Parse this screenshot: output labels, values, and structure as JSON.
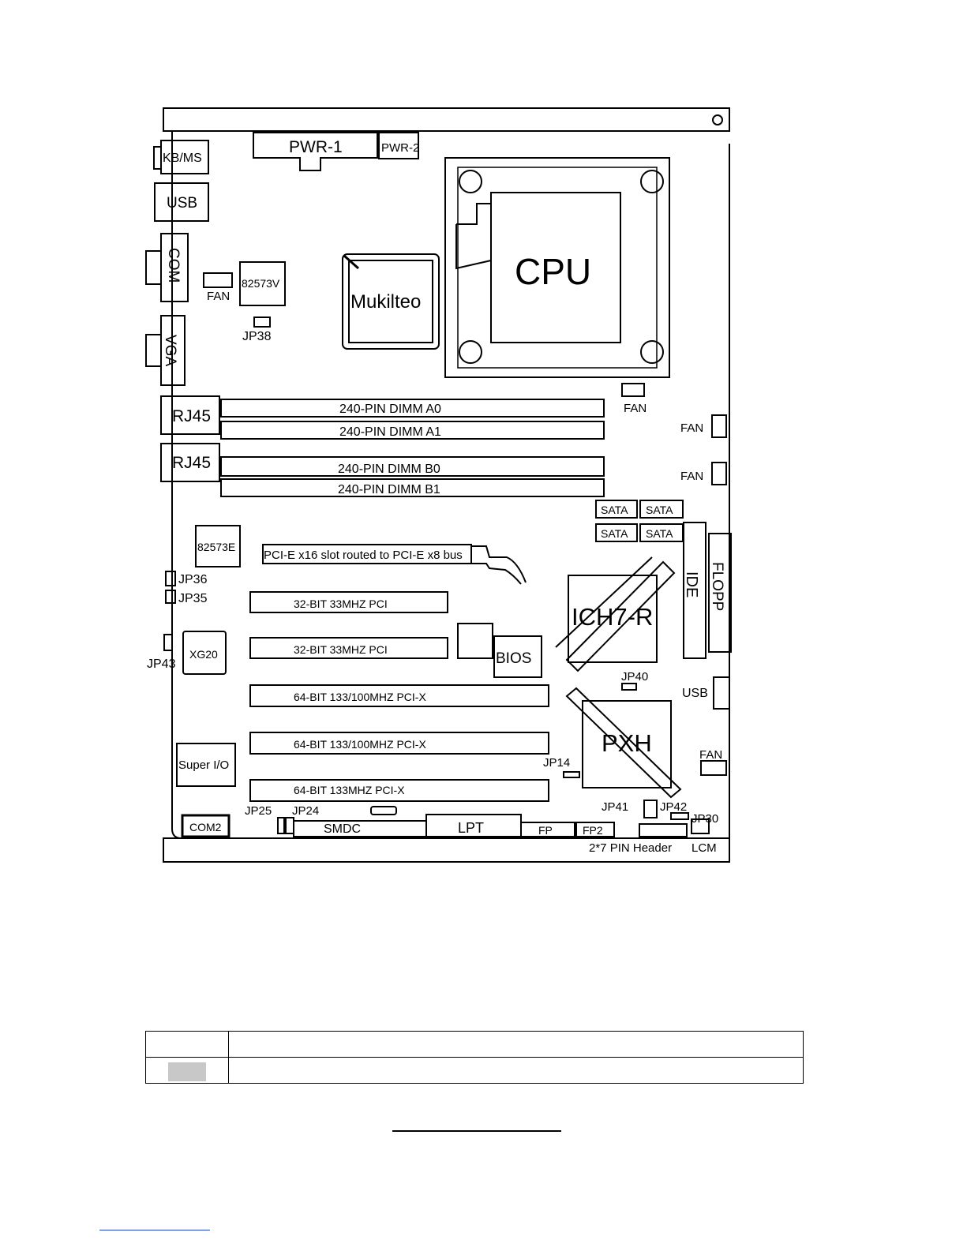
{
  "labels": {
    "pwr1": "PWR-1",
    "pwr2": "PWR-2",
    "kbms": "KB/MS",
    "usb_rear": "USB",
    "com": "COM",
    "fan_small": "FAN",
    "nic1": "82573V",
    "jp38": "JP38",
    "mukilteo": "Mukilteo",
    "cpu": "CPU",
    "vga": "VGA",
    "rj45_a": "RJ45",
    "rj45_b": "RJ45",
    "dimm_a0": "240-PIN DIMM A0",
    "dimm_a1": "240-PIN DIMM A1",
    "dimm_b0": "240-PIN DIMM B0",
    "dimm_b1": "240-PIN DIMM B1",
    "fan_cpu": "FAN",
    "fan_right1": "FAN",
    "fan_right2": "FAN",
    "sata1": "SATA",
    "sata2": "SATA",
    "sata3": "SATA",
    "sata4": "SATA",
    "nic2": "82573E",
    "pcie": "PCI-E x16 slot routed to PCI-E x8 bus",
    "jp36": "JP36",
    "jp35": "JP35",
    "pci1": "32-BIT 33MHZ PCI",
    "pci2": "32-BIT 33MHZ PCI",
    "ich": "ICH7-R",
    "ide": "IDE",
    "floppy": "FLOPP",
    "bios": "BIOS",
    "xg20": "XG20",
    "jp43": "JP43",
    "jp40": "JP40",
    "usb_front": "USB",
    "pcix1": "64-BIT 133/100MHZ PCI-X",
    "pcix2": "64-BIT 133/100MHZ PCI-X",
    "pcix3": "64-BIT 133MHZ PCI-X",
    "pxh": "PXH",
    "superio": "Super I/O",
    "jp14": "JP14",
    "fan_bottom": "FAN",
    "jp41": "JP41",
    "jp42": "JP42",
    "jp30": "JP30",
    "jp25": "JP25",
    "jp24": "JP24",
    "com2": "COM2",
    "smdc": "SMDC",
    "lpt": "LPT",
    "fp": "FP",
    "fp2": "FP2",
    "pin_header": "2*7 PIN Header",
    "lcm": "LCM"
  },
  "legend_swatch_color": "#c8c8c8"
}
